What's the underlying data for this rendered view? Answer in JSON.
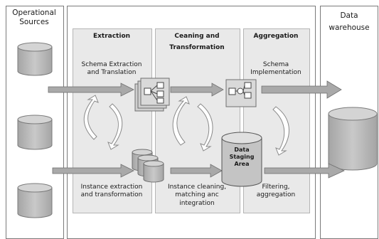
{
  "sources": {
    "title_line1": "Operational",
    "title_line2": "Sources"
  },
  "warehouse": {
    "title_line1": "Data",
    "title_line2": "warehouse"
  },
  "stages": [
    {
      "title_line1": "Extraction",
      "title_line2": ""
    },
    {
      "title_line1": "Ceaning and",
      "title_line2": "Transformation"
    },
    {
      "title_line1": "Aggregation",
      "title_line2": ""
    }
  ],
  "labels": {
    "schema_extraction_line1": "Schema Extraction",
    "schema_extraction_line2": "and Translation",
    "schema_implementation_line1": "Schema",
    "schema_implementation_line2": "Implementation",
    "instance_extraction_line1": "Instance extraction",
    "instance_extraction_line2": "and transformation",
    "instance_cleaning_line1": "Instance cleaning,",
    "instance_cleaning_line2": "matching anc",
    "instance_cleaning_line3": "integration",
    "filtering_line1": "Filtering,",
    "filtering_line2": "aggregation",
    "staging_line1": "Data",
    "staging_line2": "Staging",
    "staging_line3": "Area"
  },
  "colors": {
    "arrow": "#a9a9a9",
    "arrow_stroke": "#6e6e6e",
    "cylinder": "#b9b9b9",
    "stage_bg": "#e9e9e9"
  }
}
